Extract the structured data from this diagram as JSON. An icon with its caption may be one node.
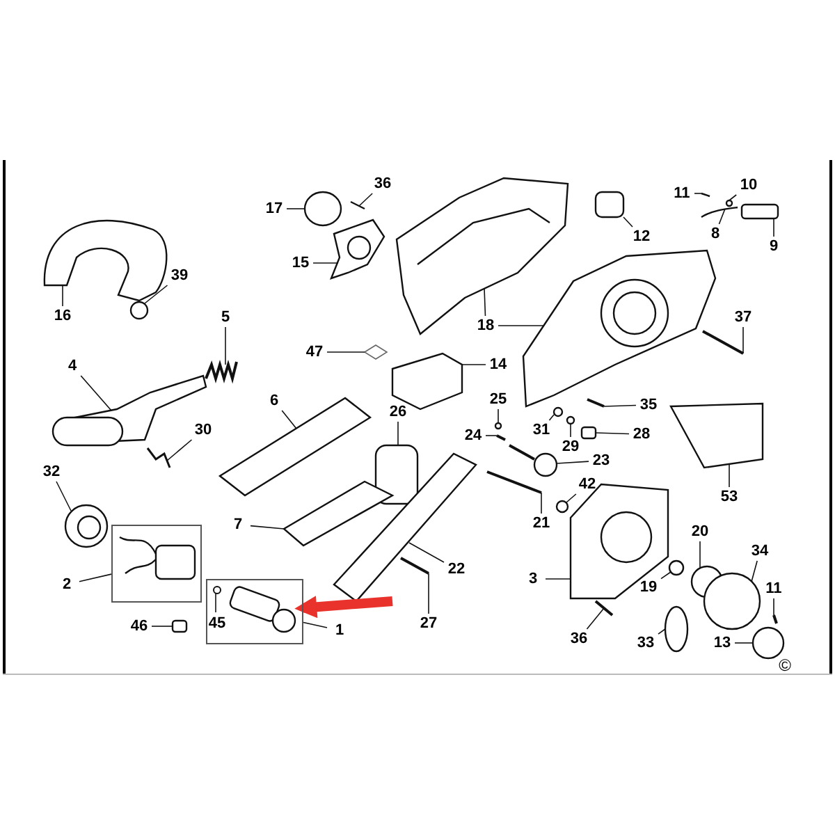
{
  "diagram": {
    "nodes": [
      {
        "text": [],
        "shape": "box"
      },
      {
        "text": [],
        "shape": "box"
      },
      {
        "text": [
          "17"
        ]
      },
      {
        "text": [
          "36"
        ]
      },
      {
        "text": [
          "11"
        ]
      },
      {
        "text": [
          "10"
        ]
      },
      {
        "text": [
          "12"
        ]
      },
      {
        "text": [
          "8"
        ]
      },
      {
        "text": [
          "9"
        ]
      },
      {
        "text": [
          "15"
        ]
      },
      {
        "text": [
          "39"
        ]
      },
      {
        "text": [
          "16"
        ]
      },
      {
        "text": [
          "5"
        ]
      },
      {
        "text": [
          "18"
        ]
      },
      {
        "text": [
          "37"
        ]
      },
      {
        "text": [
          "4"
        ]
      },
      {
        "text": [
          "47"
        ]
      },
      {
        "text": [
          "14"
        ]
      },
      {
        "text": [
          "25"
        ]
      },
      {
        "text": [
          "6"
        ]
      },
      {
        "text": [
          "26"
        ]
      },
      {
        "text": [
          "35"
        ]
      },
      {
        "text": [
          "24"
        ]
      },
      {
        "text": [
          "31"
        ]
      },
      {
        "text": [
          "29"
        ]
      },
      {
        "text": [
          "28"
        ]
      },
      {
        "text": [
          "23"
        ]
      },
      {
        "text": [
          "30"
        ]
      },
      {
        "text": [
          "53"
        ]
      },
      {
        "text": [
          "32"
        ]
      },
      {
        "text": [
          "21"
        ]
      },
      {
        "text": [
          "42"
        ]
      },
      {
        "text": [
          "7"
        ]
      },
      {
        "text": [
          "20"
        ]
      },
      {
        "text": [
          "34"
        ]
      },
      {
        "text": [
          "22"
        ]
      },
      {
        "text": [
          "2"
        ]
      },
      {
        "text": [
          "3"
        ]
      },
      {
        "text": [
          "19"
        ]
      },
      {
        "text": [
          "11"
        ]
      },
      {
        "text": [
          "45"
        ],
        "in": 1
      },
      {
        "text": [
          "1"
        ]
      },
      {
        "text": [
          "46"
        ]
      },
      {
        "text": [
          "27"
        ]
      },
      {
        "text": [
          "36"
        ]
      },
      {
        "text": [
          "33"
        ]
      },
      {
        "text": [
          "13"
        ]
      },
      {
        "text": [],
        "shape": "circle"
      },
      {
        "text": [],
        "shape": "picture"
      },
      {
        "text": [],
        "shape": "picture"
      },
      {
        "text": [],
        "shape": "circle"
      },
      {
        "text": [],
        "shape": "box"
      },
      {
        "text": [],
        "shape": "picture"
      },
      {
        "text": [],
        "shape": "box"
      },
      {
        "text": [],
        "shape": "picture"
      },
      {
        "text": [],
        "shape": "circle"
      },
      {
        "text": [],
        "shape": "picture"
      },
      {
        "text": [],
        "shape": "picture"
      },
      {
        "text": [],
        "shape": "picture"
      },
      {
        "text": [],
        "shape": "picture"
      },
      {
        "text": [],
        "shape": "picture"
      },
      {
        "text": [],
        "shape": "picture"
      },
      {
        "text": [],
        "shape": "diamond"
      },
      {
        "text": [],
        "shape": "picture"
      },
      {
        "text": [],
        "shape": "circle"
      },
      {
        "text": [],
        "shape": "picture"
      },
      {
        "text": [],
        "shape": "box"
      },
      {
        "text": [],
        "shape": "picture"
      },
      {
        "text": [],
        "shape": "picture"
      },
      {
        "text": [],
        "shape": "circle"
      },
      {
        "text": [],
        "shape": "circle"
      },
      {
        "text": [],
        "shape": "box"
      },
      {
        "text": [],
        "shape": "picture"
      },
      {
        "text": [],
        "shape": "picture"
      },
      {
        "text": [],
        "shape": "picture"
      },
      {
        "text": [],
        "shape": "picture"
      },
      {
        "text": [],
        "shape": "picture"
      },
      {
        "text": [],
        "shape": "circle"
      },
      {
        "text": [],
        "shape": "picture"
      },
      {
        "text": [],
        "shape": "circle"
      },
      {
        "text": [],
        "shape": "circle"
      },
      {
        "text": [],
        "shape": "picture"
      },
      {
        "text": [],
        "shape": "picture"
      },
      {
        "text": [],
        "shape": "circle"
      },
      {
        "text": [],
        "shape": "picture"
      },
      {
        "text": [],
        "shape": "circle",
        "in": 1
      },
      {
        "text": [],
        "shape": "box"
      },
      {
        "text": [],
        "shape": "picture"
      },
      {
        "text": [],
        "shape": "picture"
      },
      {
        "text": [],
        "shape": "circle"
      },
      {
        "text": [],
        "shape": "circle"
      }
    ],
    "edges": [
      {
        "from": 2,
        "to": 47,
        "arrow": "none"
      },
      {
        "from": 3,
        "to": 48,
        "arrow": "none"
      },
      {
        "from": 4,
        "to": 49,
        "arrow": "none"
      },
      {
        "from": 5,
        "to": 50,
        "arrow": "none"
      },
      {
        "from": 6,
        "to": 51,
        "arrow": "none"
      },
      {
        "from": 7,
        "to": 52,
        "arrow": "none"
      },
      {
        "from": 8,
        "to": 53,
        "arrow": "none"
      },
      {
        "from": 9,
        "to": 54,
        "arrow": "none"
      },
      {
        "from": 10,
        "to": 55,
        "arrow": "none"
      },
      {
        "from": 11,
        "to": 56,
        "arrow": "none"
      },
      {
        "from": 12,
        "to": 57,
        "arrow": "none"
      },
      {
        "from": 13,
        "to": 58,
        "arrow": "none"
      },
      {
        "from": 13,
        "to": 59,
        "arrow": "none"
      },
      {
        "from": 14,
        "to": 60,
        "arrow": "none"
      },
      {
        "from": 15,
        "to": 61,
        "arrow": "none"
      },
      {
        "from": 16,
        "to": 62,
        "arrow": "none"
      },
      {
        "from": 17,
        "to": 63,
        "arrow": "none"
      },
      {
        "from": 18,
        "to": 64,
        "arrow": "none"
      },
      {
        "from": 19,
        "to": 65,
        "arrow": "none"
      },
      {
        "from": 20,
        "to": 66,
        "arrow": "none"
      },
      {
        "from": 21,
        "to": 67,
        "arrow": "none"
      },
      {
        "from": 22,
        "to": 68,
        "arrow": "none"
      },
      {
        "from": 23,
        "to": 69,
        "arrow": "none"
      },
      {
        "from": 24,
        "to": 70,
        "arrow": "none"
      },
      {
        "from": 25,
        "to": 71,
        "arrow": "none"
      },
      {
        "from": 26,
        "to": 72,
        "arrow": "none"
      },
      {
        "from": 27,
        "to": 73,
        "arrow": "none"
      },
      {
        "from": 28,
        "to": 74,
        "arrow": "none"
      },
      {
        "from": 29,
        "to": 75,
        "arrow": "none"
      },
      {
        "from": 30,
        "to": 76,
        "arrow": "none"
      },
      {
        "from": 31,
        "to": 77,
        "arrow": "none"
      },
      {
        "from": 32,
        "to": 78,
        "arrow": "none"
      },
      {
        "from": 33,
        "to": 79,
        "arrow": "none"
      },
      {
        "from": 34,
        "to": 80,
        "arrow": "none"
      },
      {
        "from": 35,
        "to": 81,
        "arrow": "none"
      },
      {
        "from": 36,
        "to": 0,
        "arrow": "none"
      },
      {
        "from": 37,
        "to": 82,
        "arrow": "none"
      },
      {
        "from": 38,
        "to": 83,
        "arrow": "none"
      },
      {
        "from": 39,
        "to": 84,
        "arrow": "none"
      },
      {
        "from": 40,
        "to": 85,
        "arrow": "none"
      },
      {
        "from": 41,
        "to": 1,
        "arrow": "none"
      },
      {
        "from": 42,
        "to": 86,
        "arrow": "none"
      },
      {
        "from": 43,
        "to": 87,
        "arrow": "none"
      },
      {
        "from": 44,
        "to": 88,
        "arrow": "none"
      },
      {
        "from": 45,
        "to": 89,
        "arrow": "none"
      },
      {
        "from": 46,
        "to": 90,
        "arrow": "none"
      },
      {
        "from": null,
        "to": 1,
        "arrow": "to",
        "style": "thick",
        "color": "#e8322b"
      }
    ],
    "labels": [
      "©"
    ]
  }
}
